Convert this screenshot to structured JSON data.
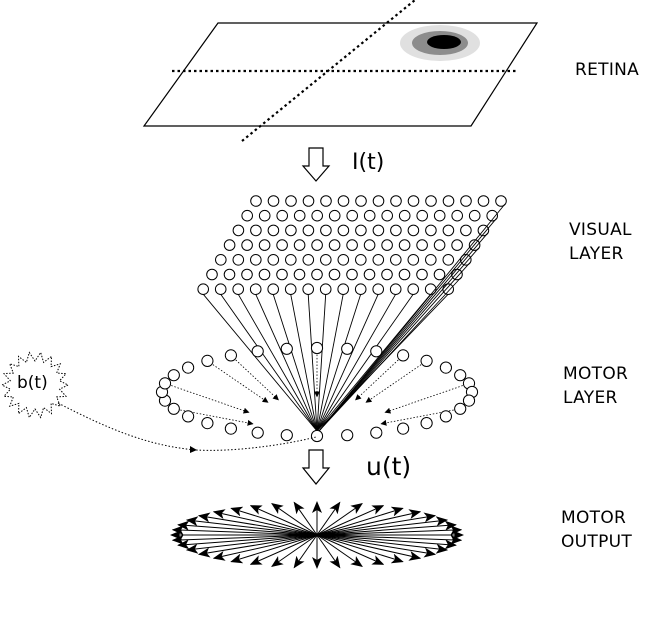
{
  "labels": {
    "retina": "RETINA",
    "visual_layer_1": "VISUAL",
    "visual_layer_2": "LAYER",
    "motor_layer_1": "MOTOR",
    "motor_layer_2": "LAYER",
    "motor_output_1": "MOTOR",
    "motor_output_2": "OUTPUT"
  },
  "symbols": {
    "input": "I(t)",
    "output": "u(t)",
    "noise": "b(t)"
  },
  "visual_layer": {
    "rows": 7,
    "cols": 15
  },
  "motor_layer": {
    "neurons": 32
  },
  "motor_output": {
    "arrows": 40
  }
}
